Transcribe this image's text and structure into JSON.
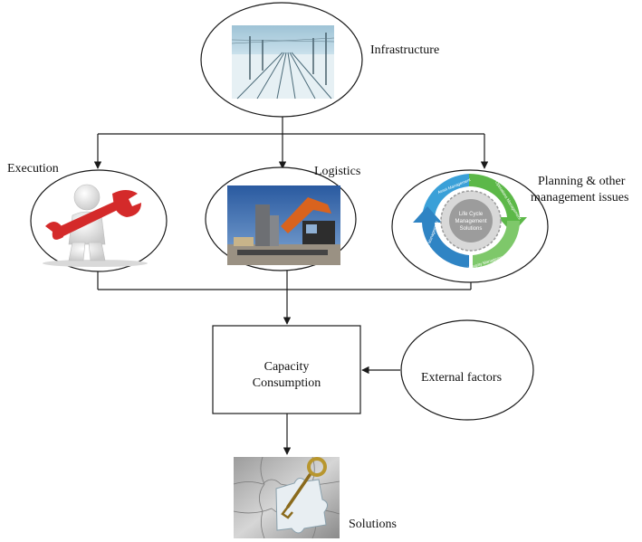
{
  "nodes": {
    "infrastructure": {
      "label": "Infrastructure"
    },
    "execution": {
      "label": "Execution"
    },
    "logistics": {
      "label": "Logistics"
    },
    "planning": {
      "label_line1": "Planning & other",
      "label_line2": "management issues"
    },
    "capacity": {
      "label_line1": "Capacity",
      "label_line2": "Consumption"
    },
    "external": {
      "label": "External factors"
    },
    "solutions": {
      "label": "Solutions"
    }
  },
  "lifecycle_graphic": {
    "center_line1": "Life Cycle",
    "center_line2": "Management",
    "center_line3": "Solutions",
    "arc_top": "Asset Management",
    "arc_right": "Operations Management",
    "arc_bottom": "Integrity Management",
    "arc_left": "Risk Management"
  },
  "colors": {
    "line": "#1a1a1a",
    "cycle_blue": "#3aa0d8",
    "cycle_green": "#5cb848",
    "wrench_red": "#d42a2a",
    "crane_orange": "#d9631e",
    "sky_blue": "#2f63a8",
    "rail_sky": "#b9d6e4",
    "key_gold": "#b8962e"
  }
}
